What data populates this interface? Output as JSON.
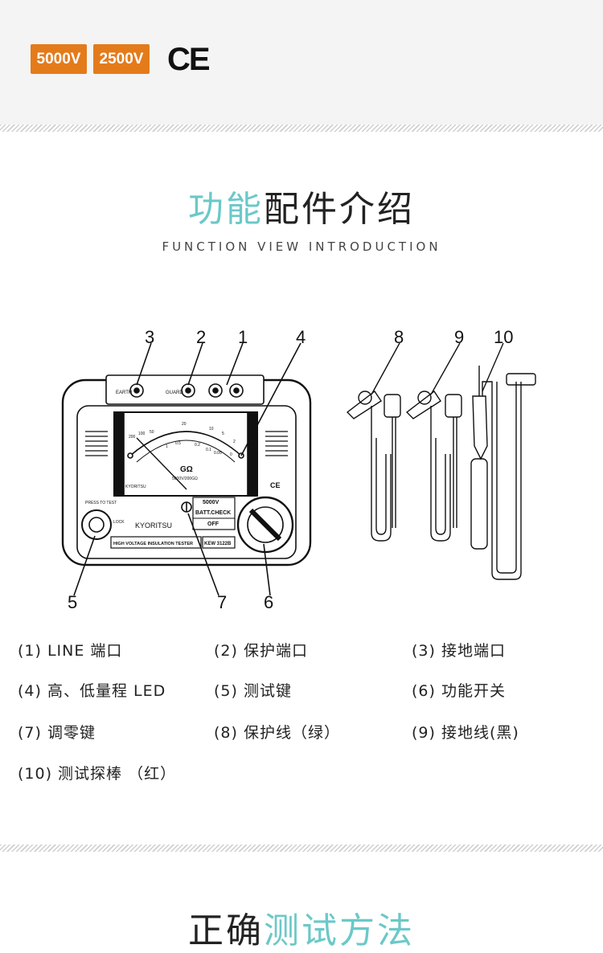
{
  "badges": [
    "5000V",
    "2500V"
  ],
  "ce_mark": "CE",
  "section1": {
    "title_accent": "功能",
    "title_rest": "配件介绍",
    "subtitle": "FUNCTION VIEW INTRODUCTION"
  },
  "diagram": {
    "callouts": [
      "1",
      "2",
      "3",
      "4",
      "5",
      "6",
      "7",
      "8",
      "9",
      "10"
    ],
    "device": {
      "brand": "KYORITSU",
      "model_plate": "HIGH VOLTAGE INSULATION TESTER",
      "model": "KEW 3122B",
      "unit": "GΩ",
      "scale_note": "5000V/200GΩ",
      "press_to_test": "PRESS TO TEST",
      "lock": "LOCK",
      "earth": "EARTH",
      "guard": "GUARD",
      "switch_5000v": "5000V",
      "switch_batt": "BATT.CHECK",
      "switch_off": "OFF",
      "scale_labels": [
        "200",
        "100",
        "50",
        "20",
        "10",
        "5",
        "2",
        "1",
        "0.5",
        "0.2",
        "0.1",
        "0.05",
        "0"
      ],
      "ce": "CE"
    }
  },
  "legend": [
    "(1)  LINE 端口",
    "(2) 保护端口",
    "(3) 接地端口",
    "(4) 高、低量程 LED",
    "(5)  测试键",
    "(6) 功能开关",
    "(7) 调零键",
    "(8) 保护线（绿）",
    "(9) 接地线(黑)",
    "(10) 测试探棒 （红）"
  ],
  "section2": {
    "title_rest": "正确",
    "title_accent": "测试方法"
  }
}
